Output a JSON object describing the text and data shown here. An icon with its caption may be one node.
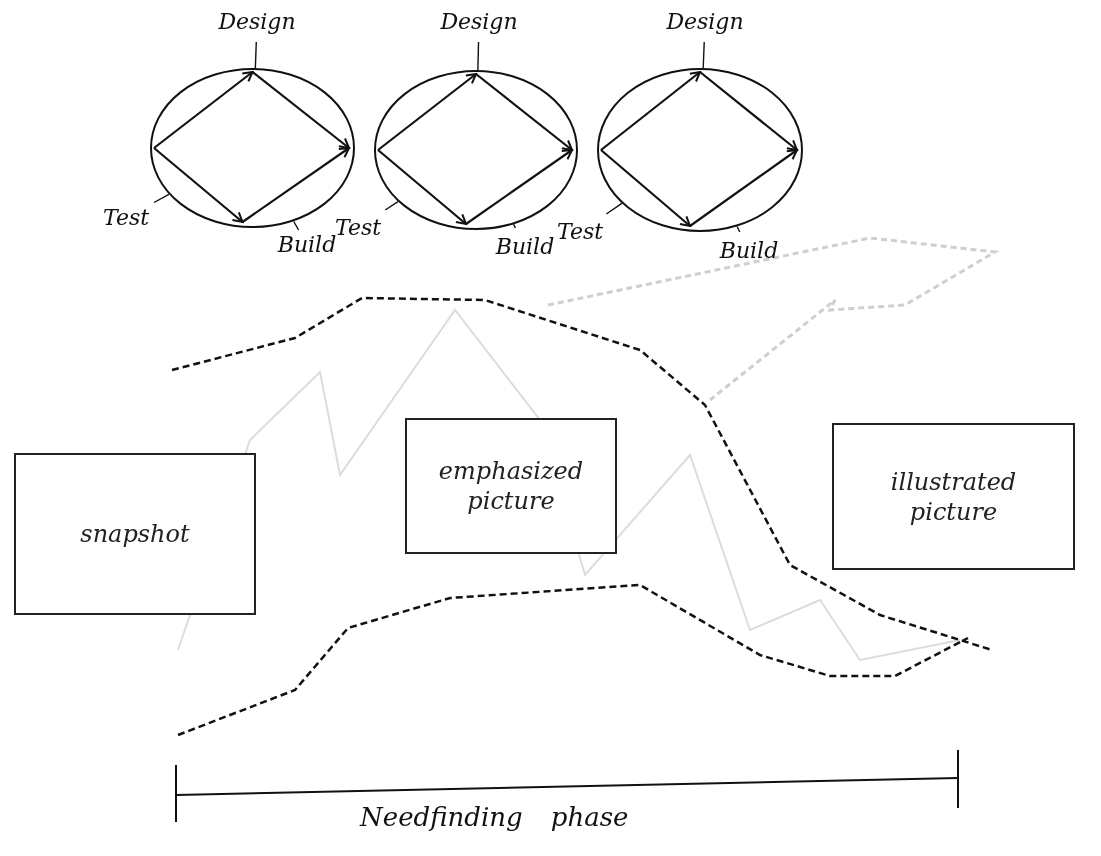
{
  "diagram": {
    "nodes": [
      {
        "text": [],
        "shape": "circle"
      },
      {
        "text": [
          "Design"
        ]
      },
      {
        "text": [
          "Test"
        ]
      },
      {
        "text": [
          "Build"
        ]
      },
      {
        "text": [],
        "shape": "circle"
      },
      {
        "text": [
          "Design"
        ]
      },
      {
        "text": [
          "Test"
        ]
      },
      {
        "text": [
          "Build"
        ]
      },
      {
        "text": [],
        "shape": "circle"
      },
      {
        "text": [
          "Design"
        ]
      },
      {
        "text": [
          "Test"
        ]
      },
      {
        "text": [
          "Build"
        ]
      },
      {
        "text": [
          "snapshot"
        ]
      },
      {
        "text": [
          "emphasized picture"
        ]
      },
      {
        "text": [
          "illustrated picture"
        ]
      }
    ],
    "edges": [
      {
        "from": 1,
        "to": 0,
        "arrow": "none"
      },
      {
        "from": 2,
        "to": 0,
        "arrow": "none"
      },
      {
        "from": 3,
        "to": 0,
        "arrow": "none"
      },
      {
        "from": 5,
        "to": 4,
        "arrow": "none"
      },
      {
        "from": 6,
        "to": 4,
        "arrow": "none"
      },
      {
        "from": 7,
        "to": 4,
        "arrow": "none"
      },
      {
        "from": 9,
        "to": 8,
        "arrow": "none"
      },
      {
        "from": 10,
        "to": 8,
        "arrow": "none"
      },
      {
        "from": 11,
        "to": 8,
        "arrow": "none"
      }
    ],
    "labels": [
      "Needfinding phase"
    ]
  }
}
